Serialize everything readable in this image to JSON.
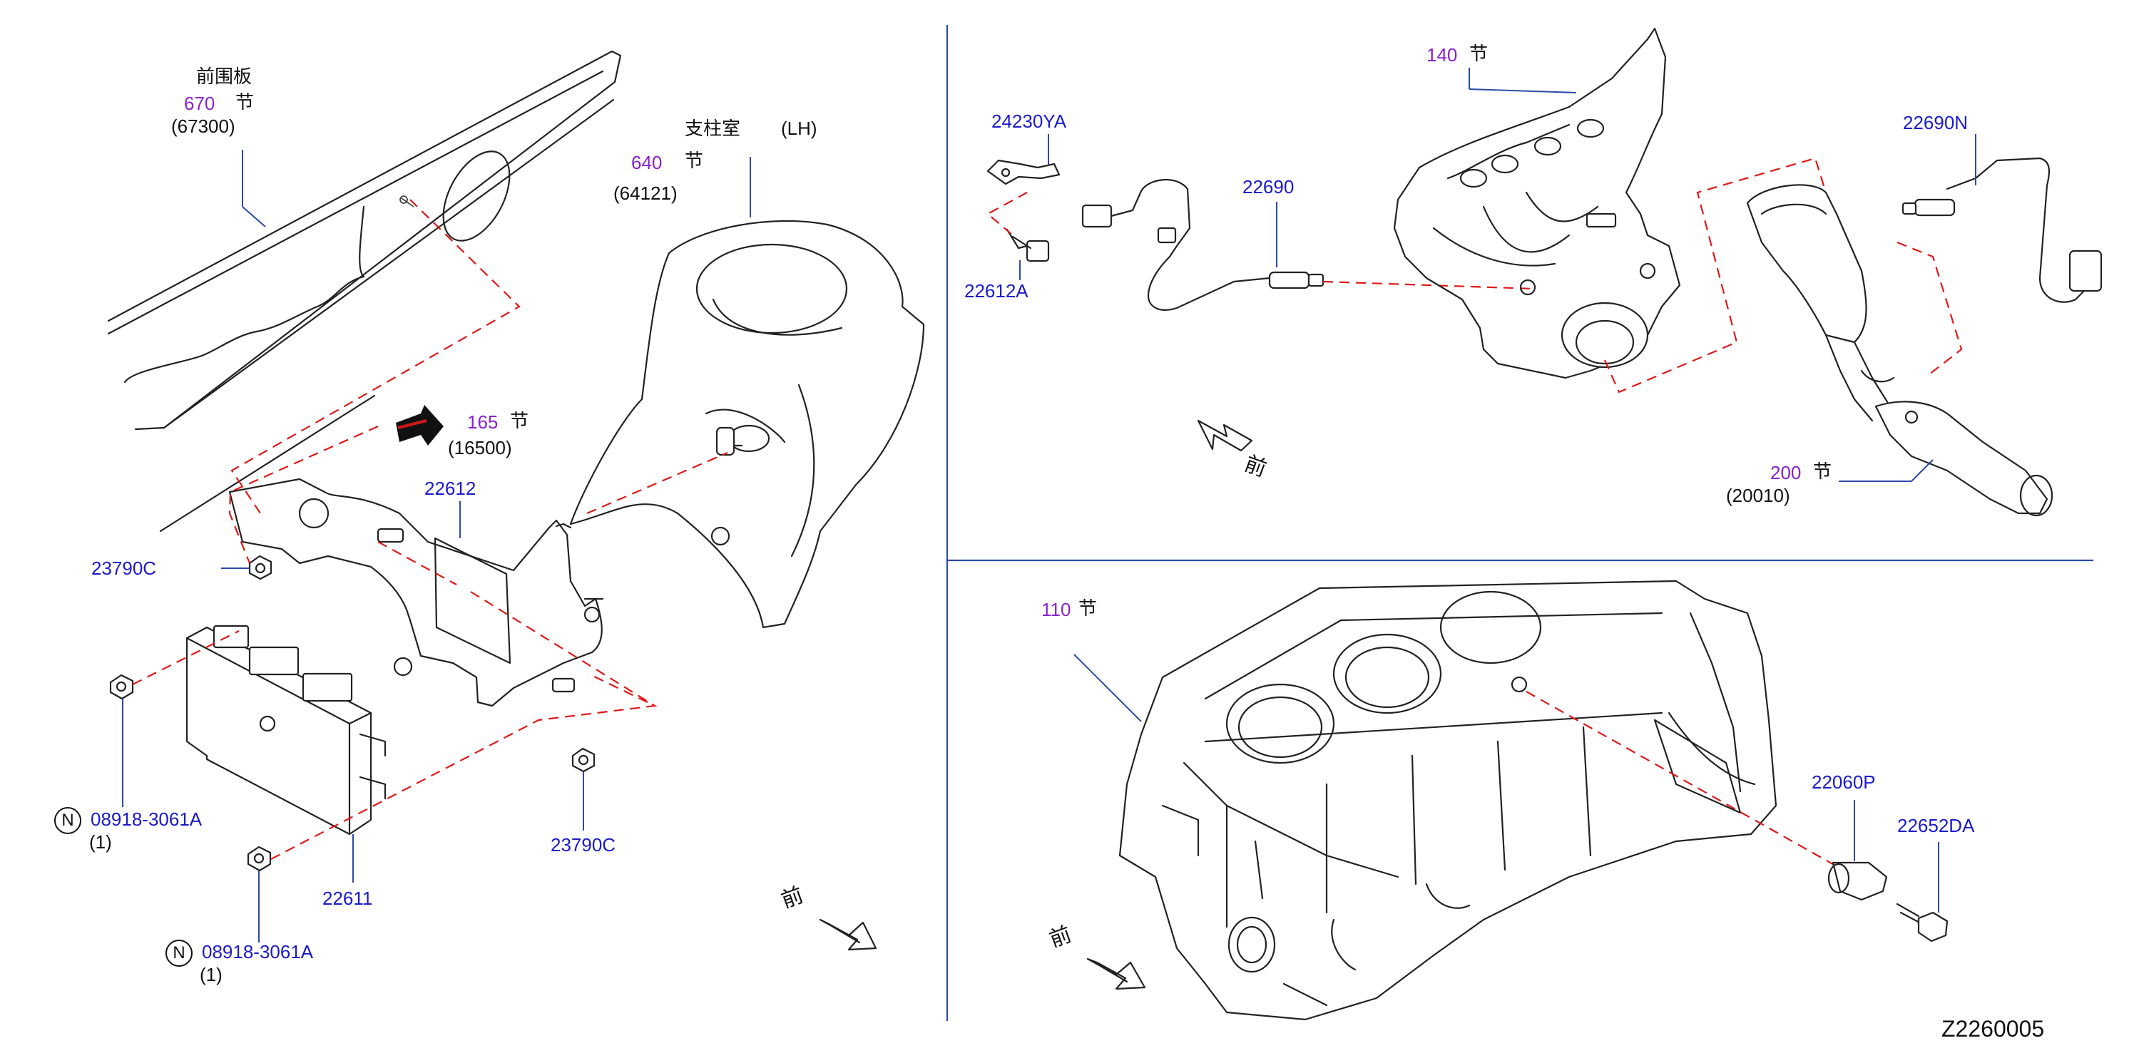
{
  "diagram": {
    "drawing_code": "Z2260005",
    "front_marker": "前",
    "front_panel": {
      "name": "前围板",
      "section": "670",
      "section_unit": "节",
      "part": "(67300)"
    },
    "strut_housing": {
      "name": "支柱室",
      "side": "(LH)",
      "section": "640",
      "section_unit": "节",
      "part": "(64121)"
    },
    "ref_165": {
      "section": "165",
      "section_unit": "节",
      "part": "(16500)"
    },
    "exhaust_manifold": {
      "section": "140",
      "section_unit": "节"
    },
    "exhaust_pipe": {
      "section": "200",
      "section_unit": "节",
      "part": "(20010)"
    },
    "cylinder_block": {
      "section": "110",
      "section_unit": "节"
    },
    "bracket_22612": "22612",
    "ecu_22611": "22611",
    "nut_23790c_upper": "23790C",
    "nut_23790c_lower": "23790C",
    "bolt_upper": {
      "badge": "N",
      "part": "08918-3061A",
      "qty": "(1)"
    },
    "bolt_lower": {
      "badge": "N",
      "part": "08918-3061A",
      "qty": "(1)"
    },
    "bracket_24230ya": "24230YA",
    "bolt_22612a": "22612A",
    "sensor_22690": "22690",
    "sensor_22690n": "22690N",
    "knock_sensor_22060p": "22060P",
    "bolt_22652da": "22652DA",
    "colors": {
      "part_number": "#1a1acc",
      "section_ref": "#8a22cc",
      "dashed_line": "#e01818",
      "divider": "#2a4aa8"
    }
  }
}
